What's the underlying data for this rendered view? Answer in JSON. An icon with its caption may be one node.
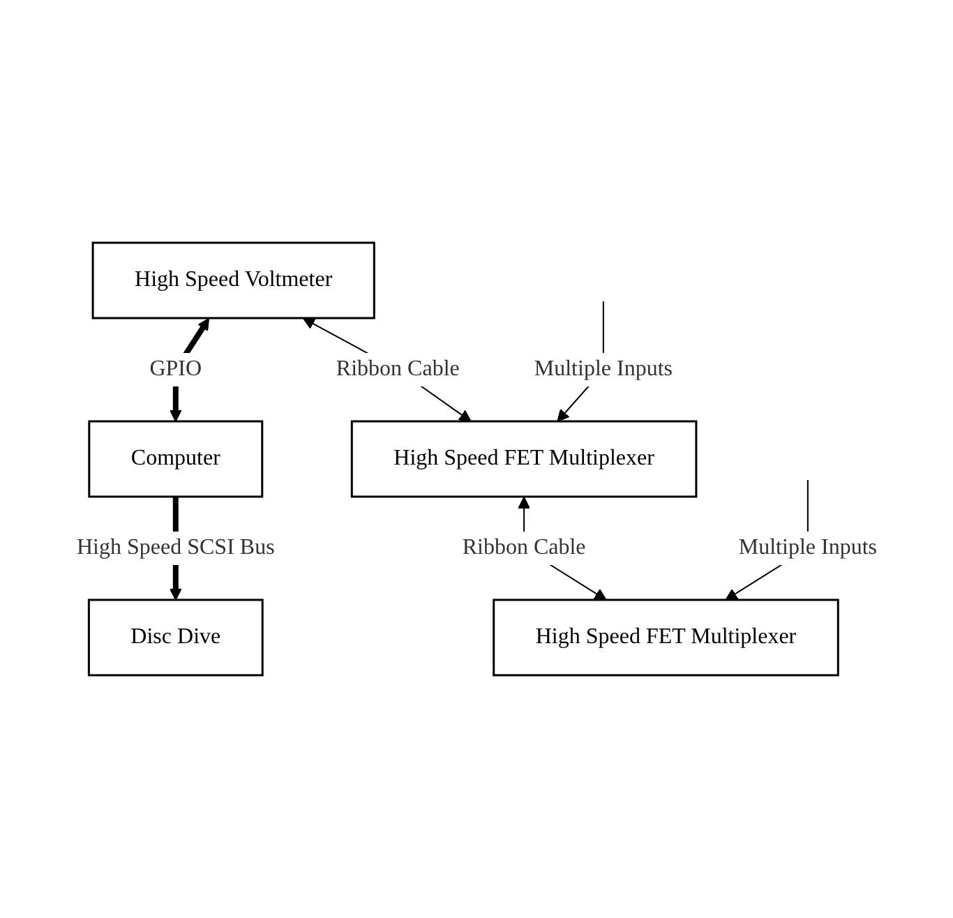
{
  "diagram": {
    "nodes": [
      {
        "text": [
          "High Speed Voltmeter"
        ]
      },
      {
        "text": [
          "Computer"
        ]
      },
      {
        "text": [
          "Disc Dive"
        ]
      },
      {
        "text": [
          "High Speed FET Multiplexer"
        ]
      },
      {
        "text": [
          "High Speed FET Multiplexer"
        ]
      }
    ],
    "edges": [
      {
        "from": 0,
        "to": 1,
        "arrow": "both",
        "label": "GPIO",
        "style": "thick"
      },
      {
        "from": 1,
        "to": 2,
        "arrow": "to",
        "label": "High Speed SCSI Bus",
        "style": "thick"
      },
      {
        "from": 0,
        "to": 3,
        "arrow": "both",
        "label": "Ribbon Cable"
      },
      {
        "from": 3,
        "to": 4,
        "arrow": "both",
        "label": "Ribbon Cable"
      },
      {
        "from": null,
        "to": 3,
        "arrow": "to",
        "label": "Multiple Inputs"
      },
      {
        "from": null,
        "to": 4,
        "arrow": "to",
        "label": "Multiple Inputs"
      }
    ]
  }
}
